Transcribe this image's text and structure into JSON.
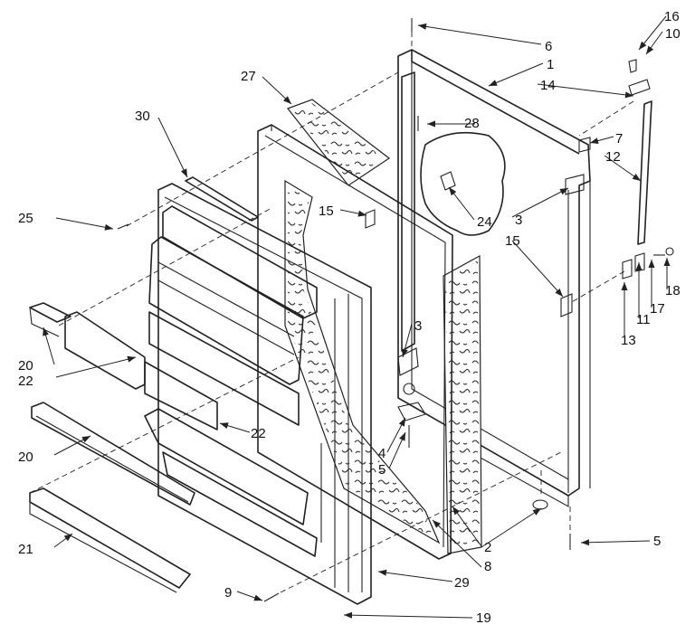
{
  "diagram": {
    "callouts": [
      {
        "id": "c1",
        "text": "1"
      },
      {
        "id": "c2",
        "text": "2"
      },
      {
        "id": "c3a",
        "text": "3"
      },
      {
        "id": "c3b",
        "text": "3"
      },
      {
        "id": "c4",
        "text": "4"
      },
      {
        "id": "c5a",
        "text": "5"
      },
      {
        "id": "c5b",
        "text": "5"
      },
      {
        "id": "c6",
        "text": "6"
      },
      {
        "id": "c7",
        "text": "7"
      },
      {
        "id": "c8",
        "text": "8"
      },
      {
        "id": "c9",
        "text": "9"
      },
      {
        "id": "c10",
        "text": "10"
      },
      {
        "id": "c11",
        "text": "11"
      },
      {
        "id": "c12",
        "text": "12"
      },
      {
        "id": "c13",
        "text": "13"
      },
      {
        "id": "c14",
        "text": "14"
      },
      {
        "id": "c15a",
        "text": "15"
      },
      {
        "id": "c15b",
        "text": "15"
      },
      {
        "id": "c16",
        "text": "16"
      },
      {
        "id": "c17",
        "text": "17"
      },
      {
        "id": "c18",
        "text": "18"
      },
      {
        "id": "c19",
        "text": "19"
      },
      {
        "id": "c20a",
        "text": "20"
      },
      {
        "id": "c20b",
        "text": "20"
      },
      {
        "id": "c21",
        "text": "21"
      },
      {
        "id": "c22a",
        "text": "22"
      },
      {
        "id": "c22b",
        "text": "22"
      },
      {
        "id": "c24",
        "text": "24"
      },
      {
        "id": "c25",
        "text": "25"
      },
      {
        "id": "c27",
        "text": "27"
      },
      {
        "id": "c28",
        "text": "28"
      },
      {
        "id": "c29",
        "text": "29"
      },
      {
        "id": "c30",
        "text": "30"
      }
    ]
  }
}
